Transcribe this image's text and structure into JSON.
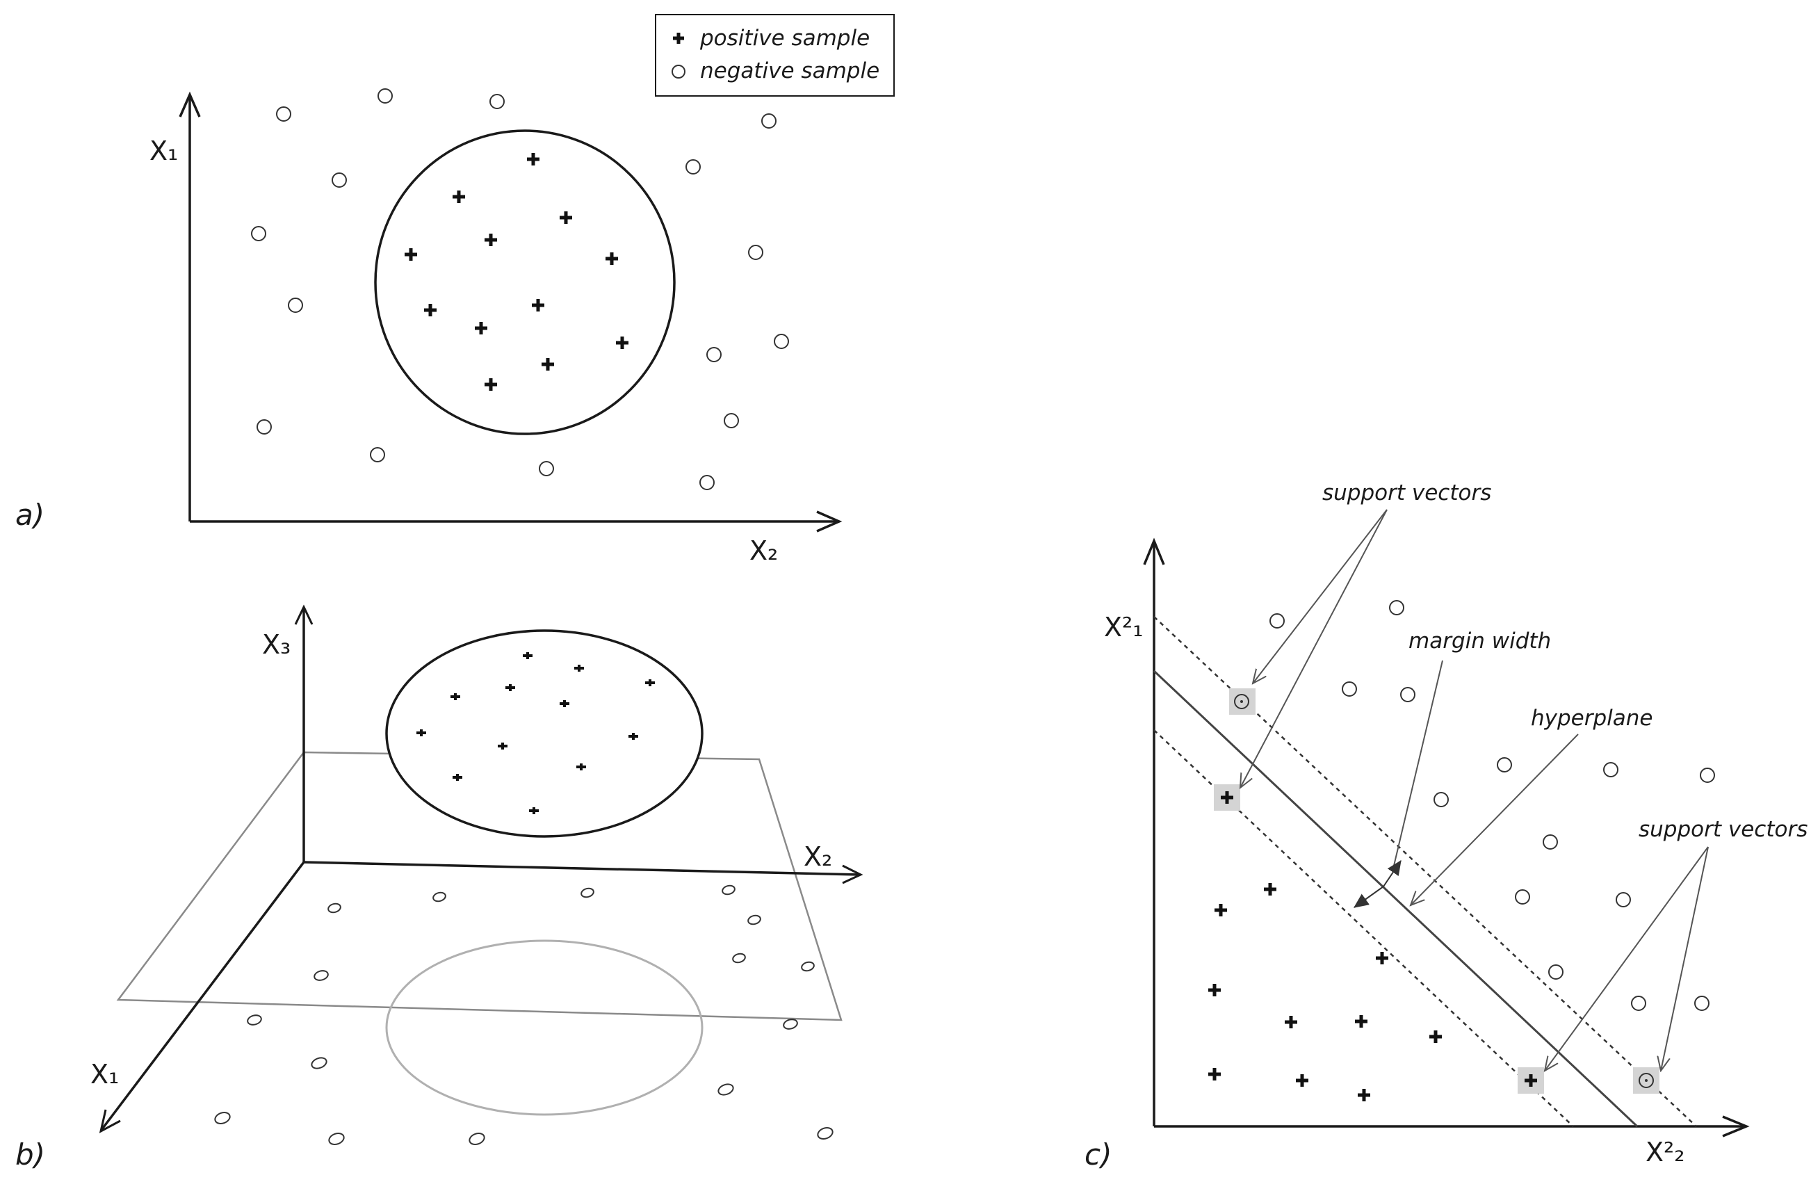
{
  "legend": {
    "positive_label": "positive sample",
    "negative_label": "negative sample"
  },
  "panel_a": {
    "label": "a)",
    "y_axis": "X₁",
    "x_axis": "X₂",
    "positive_marker": "plus",
    "negative_marker": "circle"
  },
  "panel_b": {
    "label": "b)",
    "z_axis": "X₃",
    "y_axis": "X₂",
    "x_axis": "X₁"
  },
  "panel_c": {
    "label": "c)",
    "y_axis": "X²₁",
    "x_axis": "X²₂",
    "annotations": {
      "support_vectors_top": "support vectors",
      "margin_width": "margin width",
      "hyperplane": "hyperplane",
      "support_vectors_right": "support vectors"
    }
  },
  "colors": {
    "ink": "#1a1a1a",
    "plane": "#8a8a8a",
    "projection": "#b0b0b0",
    "support_highlight": "#d4d4d4"
  }
}
